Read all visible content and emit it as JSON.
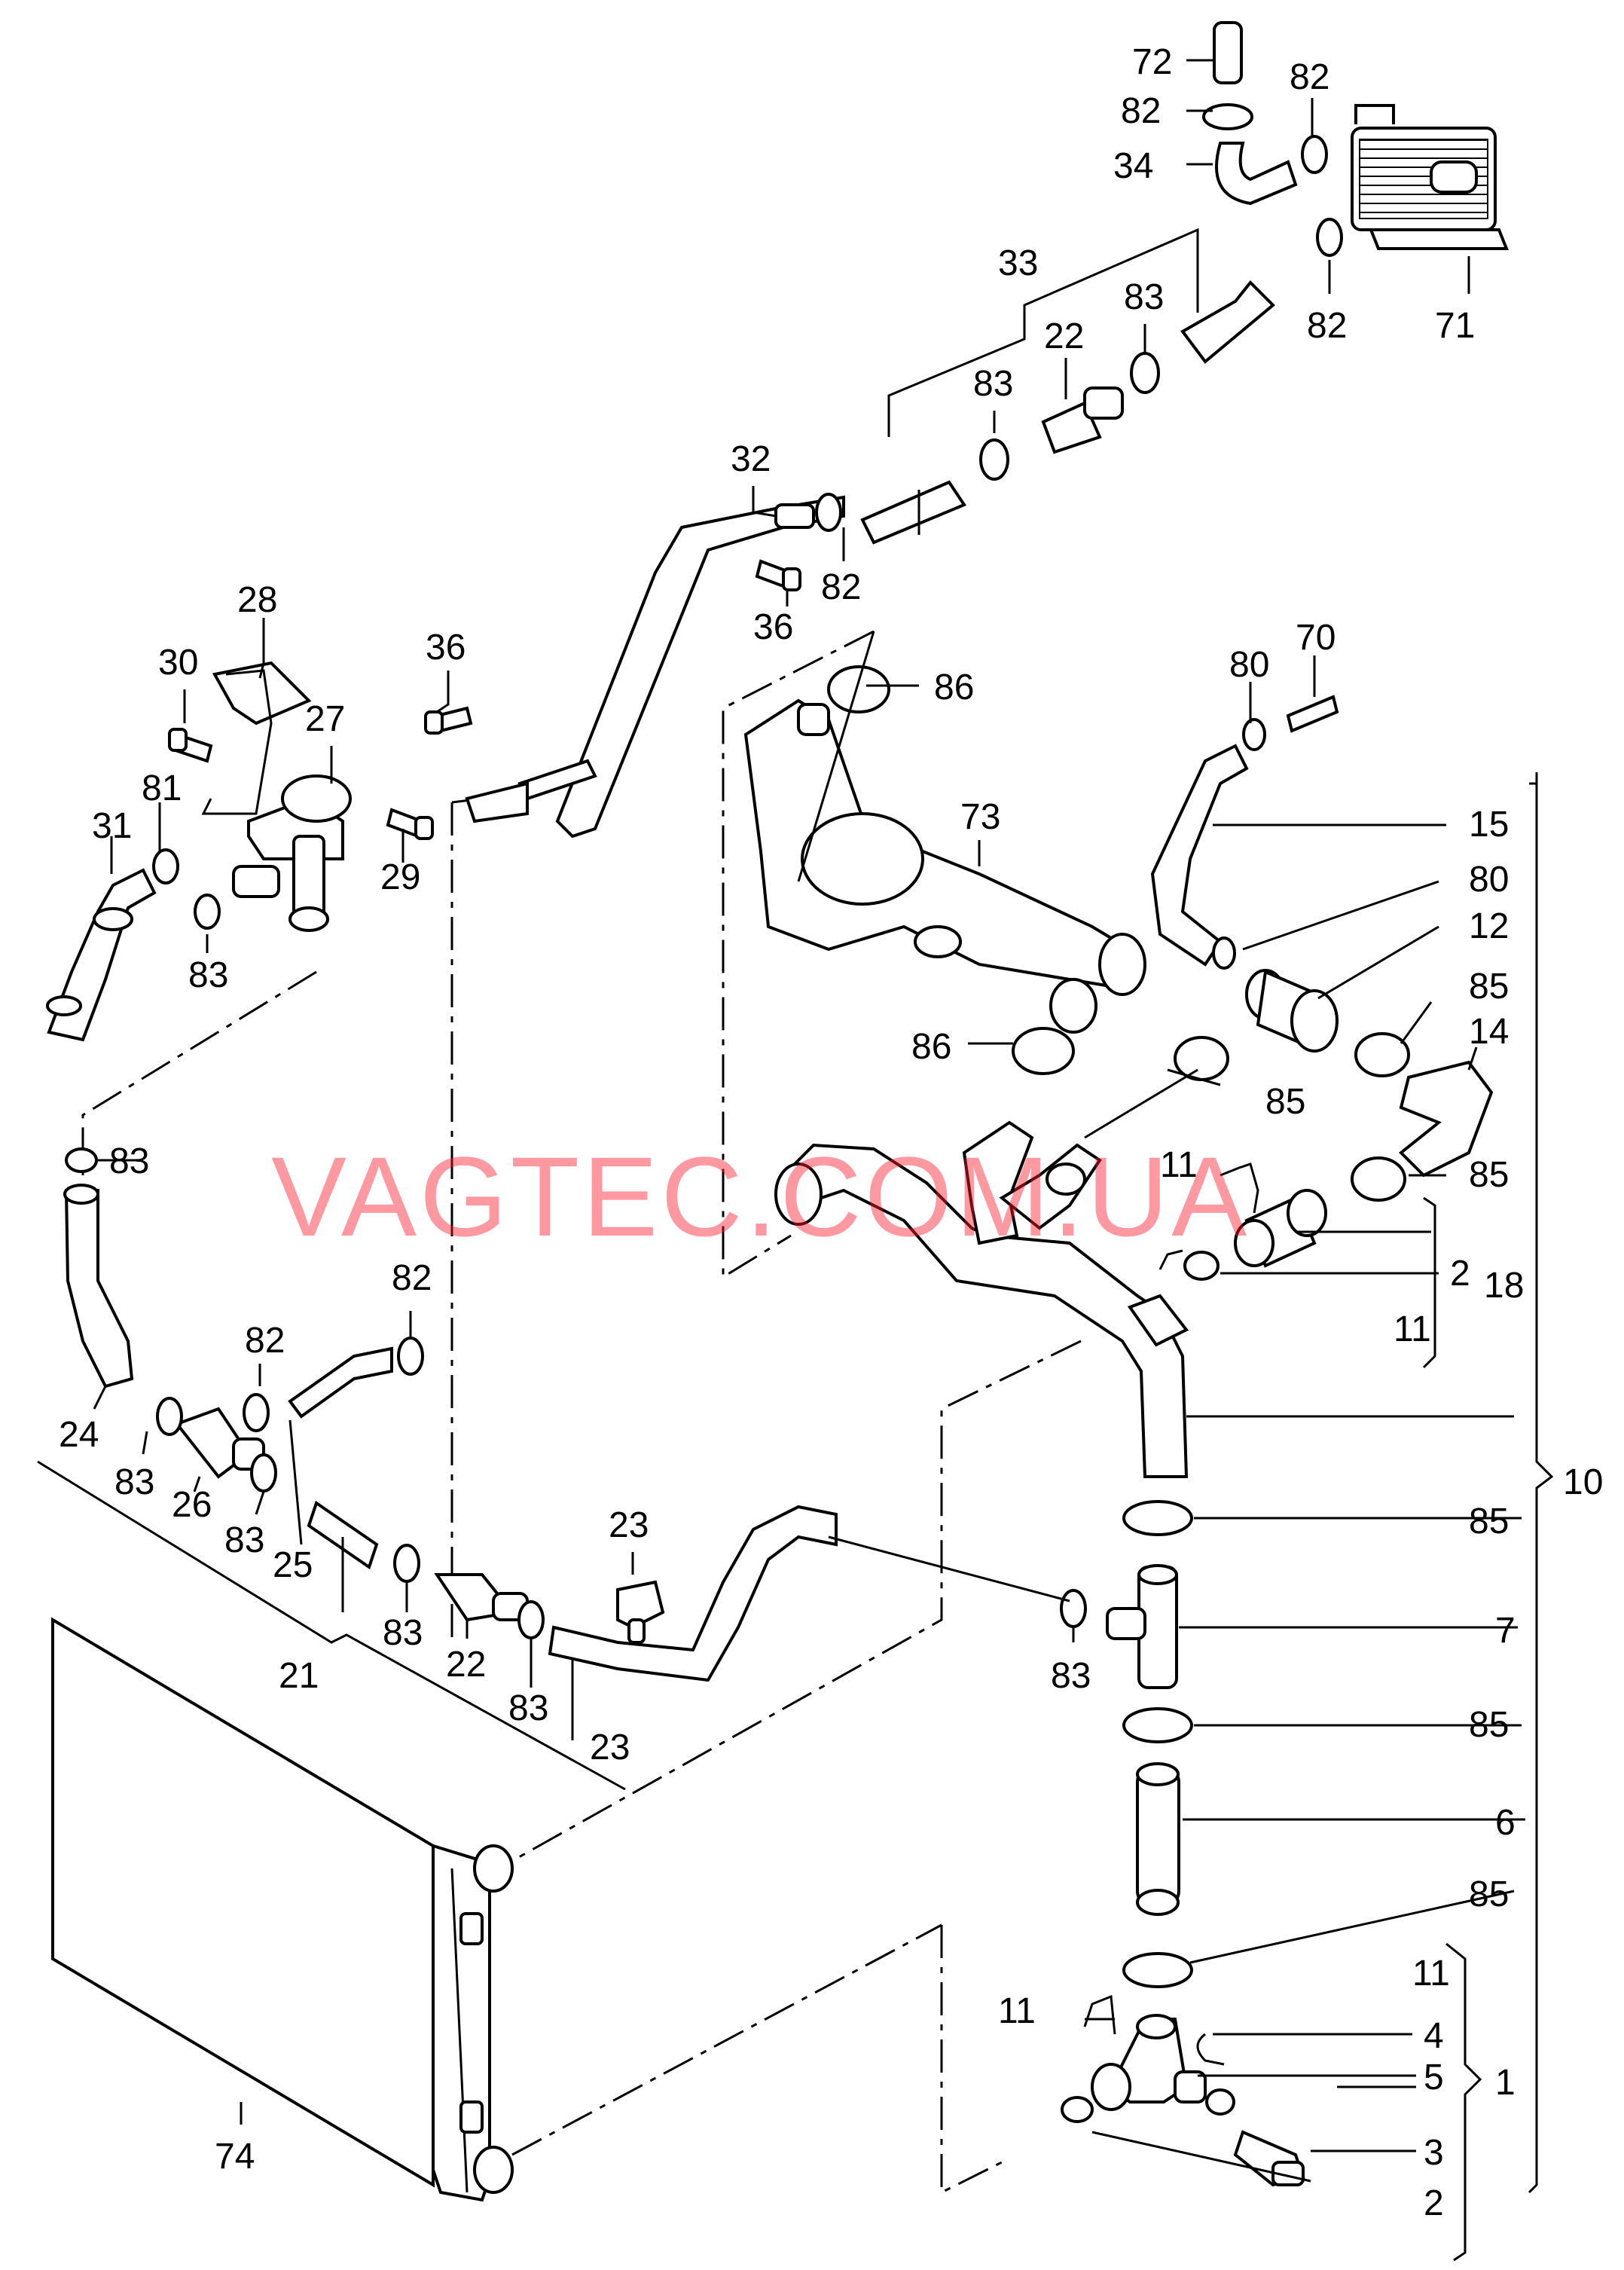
{
  "watermark": "VAGTEC.COM.UA",
  "labels": {
    "l72": "72",
    "l82a": "82",
    "l82b": "82",
    "l34": "34",
    "l33": "33",
    "l83a": "83",
    "l22a": "22",
    "l83b": "83",
    "l82c": "82",
    "l71": "71",
    "l32": "32",
    "l82d": "82",
    "l36a": "36",
    "l28": "28",
    "l30": "30",
    "l27": "27",
    "l36b": "36",
    "l81": "81",
    "l31": "31",
    "l29": "29",
    "l83c": "83",
    "l86a": "86",
    "l73": "73",
    "l80a": "80",
    "l70": "70",
    "l15": "15",
    "l80b": "80",
    "l12": "12",
    "l85a": "85",
    "l14": "14",
    "l86b": "86",
    "l85b": "85",
    "l83d": "83",
    "l11a": "11",
    "l85c": "85",
    "l2a": "2",
    "l18": "18",
    "l11b": "11",
    "l82e": "82",
    "l82f": "82",
    "l24": "24",
    "l83e": "83",
    "l26": "26",
    "l83f": "83",
    "l25": "25",
    "l10": "10",
    "l85d": "85",
    "l23a": "23",
    "l7": "7",
    "l21": "21",
    "l83g": "83",
    "l22b": "22",
    "l83h": "83",
    "l83i": "83",
    "l85e": "85",
    "l23b": "23",
    "l6": "6",
    "l85f": "85",
    "l11c": "11",
    "l11d": "11",
    "l4": "4",
    "l1": "1",
    "l5": "5",
    "l3": "3",
    "l74": "74",
    "l2b": "2"
  }
}
